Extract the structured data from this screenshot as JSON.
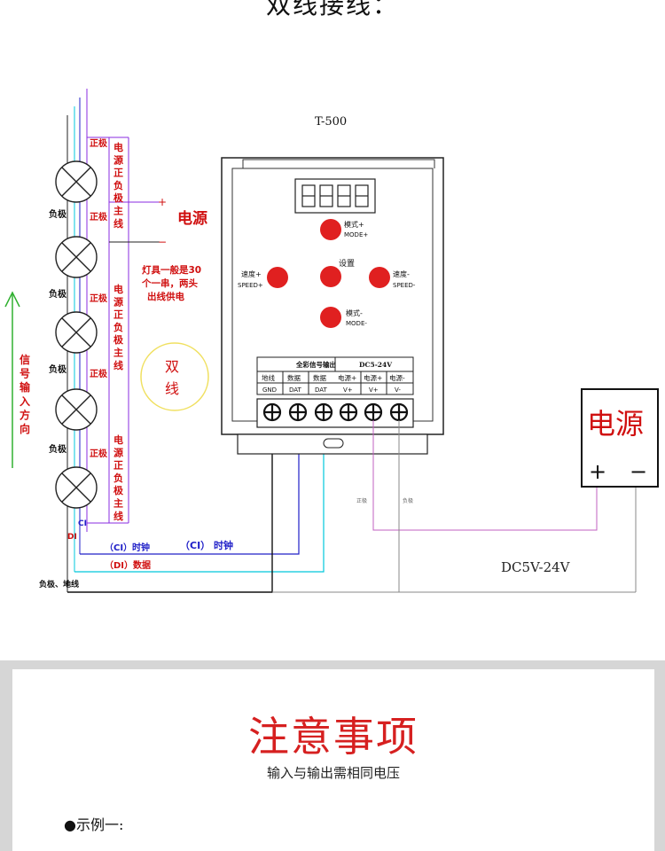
{
  "header": {
    "title": "双线接线："
  },
  "diagram": {
    "device_model": "T-500",
    "buttons": {
      "mode_plus": [
        "模式+",
        "MODE+"
      ],
      "setting": "设置",
      "speed_plus": [
        "速度+",
        "SPEED+"
      ],
      "speed_minus": [
        "速度-",
        "SPEED-"
      ],
      "mode_minus": [
        "模式-",
        "MODE-"
      ]
    },
    "terminal": {
      "group_signal": "全彩信号输出",
      "group_power": "DC5-24V",
      "labels_cn": [
        "地线",
        "数据",
        "数据",
        "电源+",
        "电源+",
        "电源-"
      ],
      "labels_en": [
        "GND",
        "DAT",
        "DAT",
        "V+",
        "V+",
        "V-"
      ]
    },
    "strip": {
      "positive": "正极",
      "negative": "负极",
      "trunk_label": "电源正负极主线",
      "plus": "+",
      "minus": "−",
      "power_label": "电源",
      "note": [
        "灯具一般是30",
        "个一串，两头",
        "出线供电"
      ],
      "double_line": [
        "双",
        "线"
      ],
      "signal_direction": "信号输入方向",
      "ci": "CI",
      "di": "DI",
      "ci_clock": "（CI）时钟",
      "ci_clock_long": "（CI） 时钟",
      "di_data": "（DI）数据",
      "ground_line": "负极、地线"
    },
    "power_box": {
      "label": "电源",
      "plus": "+",
      "minus": "−"
    },
    "wire_labels": {
      "positive": "正极",
      "negative": "负极"
    },
    "voltage": "DC5V-24V",
    "colors": {
      "red": "#e02020",
      "purple": "#8a2be2",
      "cyan": "#00c8dc",
      "blue": "#2020c8",
      "green": "#30b030"
    }
  },
  "notice": {
    "title": "注意事项",
    "subtitle": "输入与输出需相同电压",
    "example": "●示例一:"
  }
}
